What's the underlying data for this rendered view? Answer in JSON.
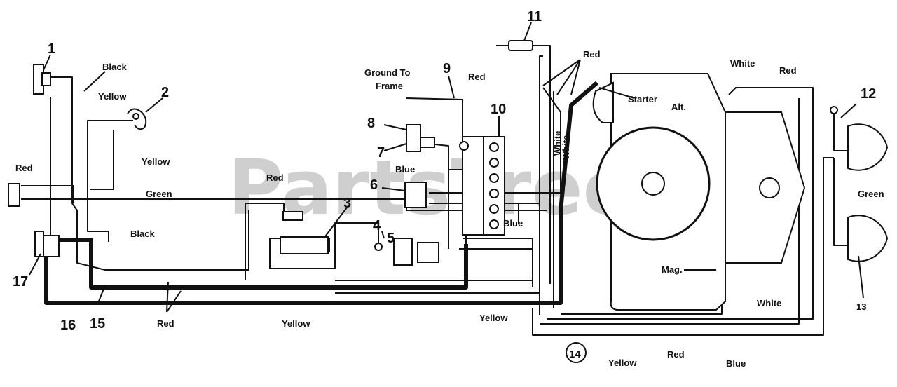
{
  "watermark": "PartsTree",
  "callouts": {
    "c1": "1",
    "c2": "2",
    "c3": "3",
    "c4": "4",
    "c5": "5",
    "c6": "6",
    "c7": "7",
    "c8": "8",
    "c9": "9",
    "c10": "10",
    "c11": "11",
    "c12": "12",
    "c13": "13",
    "c14": "14",
    "c15": "15",
    "c16": "16",
    "c17": "17"
  },
  "labels": {
    "black_top": "Black",
    "yellow_a": "Yellow",
    "yellow_b": "Yellow",
    "red_left": "Red",
    "green_mid": "Green",
    "red_mid": "Red",
    "black_mid": "Black",
    "red_bottom": "Red",
    "yellow_bottom": "Yellow",
    "ground_line1": "Ground To",
    "ground_line2": "Frame",
    "red_9": "Red",
    "blue_top": "Blue",
    "blue_mid": "Blue",
    "yellow_right": "Yellow",
    "red_top": "Red",
    "white_v1": "White",
    "white_v2": "White",
    "starter": "Starter",
    "alt": "Alt.",
    "mag": "Mag.",
    "white_top": "White",
    "red_top_right": "Red",
    "green_right": "Green",
    "white_bottom": "White",
    "yellow_b14": "Yellow",
    "red_b14": "Red",
    "blue_b14": "Blue"
  }
}
